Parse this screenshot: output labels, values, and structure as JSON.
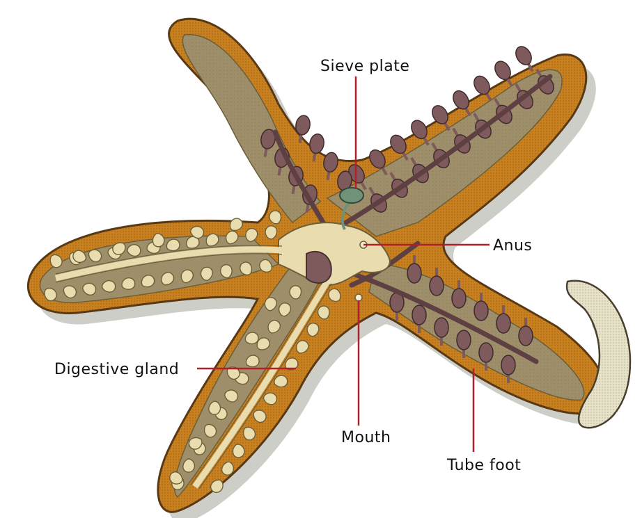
{
  "diagram": {
    "labels": {
      "sieve_plate": "Sieve plate",
      "anus": "Anus",
      "digestive_gland": "Digestive gland",
      "mouth": "Mouth",
      "tube_foot": "Tube foot"
    },
    "colors": {
      "body_orange": "#c9801f",
      "body_dark": "#8a5a22",
      "inner_olive": "#9e8f6a",
      "gland_cream": "#e9dcae",
      "gland_outline": "#6b5f3a",
      "ampulla_purple": "#7e5a5c",
      "sieve_green": "#6f9279",
      "leader_red": "#b0202a",
      "shadow_gray": "#c9c9c4"
    }
  }
}
